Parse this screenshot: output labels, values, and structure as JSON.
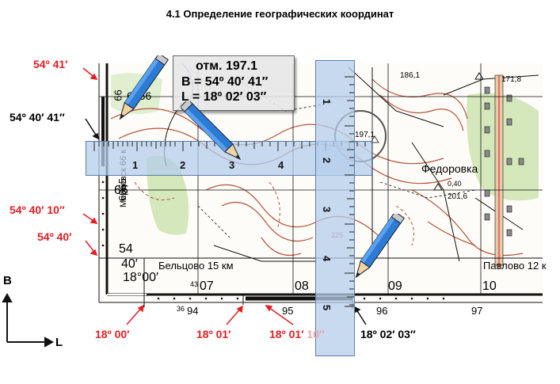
{
  "title": "4.1 Определение географических координат",
  "box": {
    "line1": "отм.  197.1",
    "line2": "B =  54º  40′  41″",
    "line3": "L =  18º  02′  03″"
  },
  "left_labels": {
    "lat_41": "54º 41′",
    "lat_40_41": "54º 40′ 41″",
    "lat_40_10": "54º 40′ 10″",
    "lat_40": "54º 40′"
  },
  "bottom_labels": {
    "lon_00": "18º 00′",
    "lon_01": "18º 01′",
    "lon_01_10_a": "18º 01′",
    "lon_01_10_b": "10″",
    "lon_02_03": "18º 02′ 03″"
  },
  "axes": {
    "b": "B",
    "l": "L"
  },
  "map_text": {
    "corner_lat_min": "40′",
    "corner_lat_deg": "54°",
    "corner_lon": "18°00′",
    "grid_66": "66",
    "grid_66b": "66",
    "grid_65": "65",
    "grid_6065": "6065",
    "grid_6066": "6066",
    "grid_54": "54",
    "grid_07": "07",
    "grid_08": "08",
    "grid_09": "09",
    "grid_10": "10",
    "grid_94": "94",
    "grid_95": "95",
    "grid_96": "96",
    "grid_97": "97",
    "grid_43": "43",
    "grid_36": "36",
    "grid_186": "186,1",
    "grid_1718": "171,8",
    "grid_1971": "197,1",
    "grid_2016": "201,6",
    "grid_040": "0,40",
    "grid_225": "225",
    "village": "Федоровка",
    "road_left": "Бельцово 15 км",
    "road_right": "Павлово 12 к",
    "place_v": "Мирцевск 66 к"
  },
  "ruler_h": [
    "1",
    "2",
    "3",
    "4"
  ],
  "ruler_v": [
    "1",
    "2",
    "3",
    "4",
    "5"
  ]
}
